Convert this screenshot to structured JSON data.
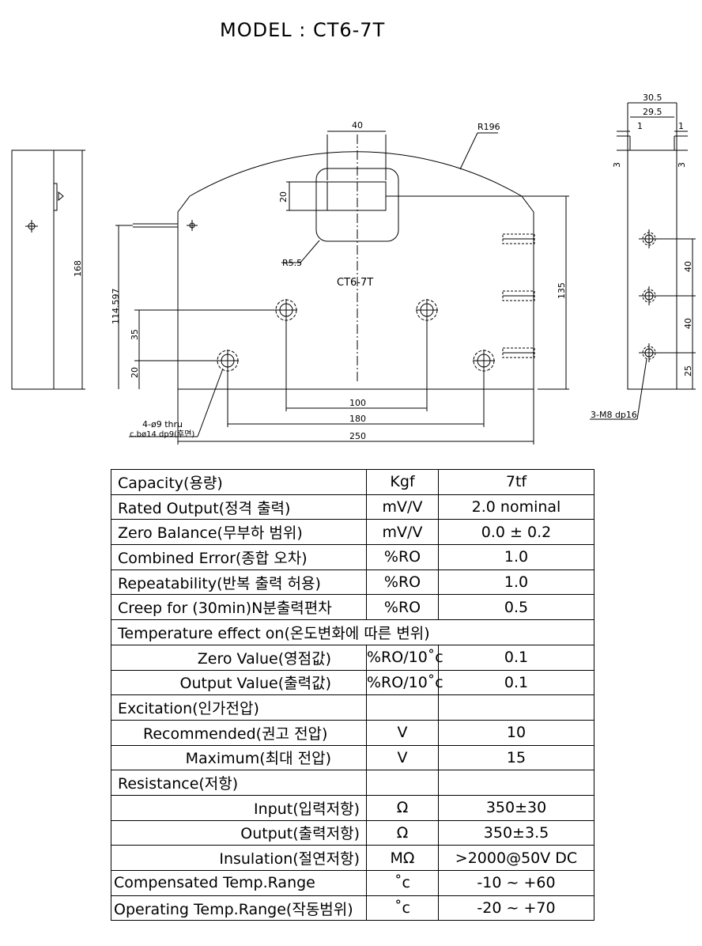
{
  "title": "MODEL : CT6-7T",
  "drawing": {
    "part_label": "CT6-7T",
    "dims": {
      "top_width": "40",
      "radius_large": "R196",
      "slot_height": "20",
      "radius_small": "R5.5",
      "height_135": "135",
      "height_168": "168",
      "height_114": "114.597",
      "dim_35": "35",
      "dim_20": "20",
      "dim_100": "100",
      "dim_180": "180",
      "dim_250": "250",
      "side_30_5": "30.5",
      "side_29_5": "29.5",
      "side_1a": "1",
      "side_1b": "1",
      "side_3a": "3",
      "side_3b": "3",
      "side_40a": "40",
      "side_40b": "40",
      "side_25": "25"
    },
    "notes": {
      "holes_line1": "4-ø9 thru",
      "holes_line2": "c.bø14 dp9(후면)",
      "threads": "3-M8 dp16"
    }
  },
  "spec_table": {
    "rows": [
      {
        "item": "Capacity(용량)",
        "unit": "Kgf",
        "value": "7tf",
        "align": "left"
      },
      {
        "item": "Rated Output(정격 출력)",
        "unit": "mV/V",
        "value": "2.0 nominal",
        "align": "left"
      },
      {
        "item": "Zero Balance(무부하 범위)",
        "unit": "mV/V",
        "value": "0.0 ± 0.2",
        "align": "left"
      },
      {
        "item": "Combined Error(종합 오차)",
        "unit": "%RO",
        "value": "1.0",
        "align": "left"
      },
      {
        "item": "Repeatability(반복 출력 허용)",
        "unit": "%RO",
        "value": "1.0",
        "align": "left"
      },
      {
        "item": "Creep for (30min)N분출력편차",
        "unit": "%RO",
        "value": "0.5",
        "align": "left"
      },
      {
        "item": "Temperature effect on(온도변화에 따른 변위)",
        "unit": "",
        "value": "",
        "align": "span"
      },
      {
        "item": "Zero Value(영점값)",
        "unit": "%RO/10˚c",
        "value": "0.1",
        "align": "right-mid"
      },
      {
        "item": "Output Value(출력값)",
        "unit": "%RO/10˚c",
        "value": "0.1",
        "align": "right-mid"
      },
      {
        "item": "Excitation(인가전압)",
        "unit": "",
        "value": "",
        "align": "left"
      },
      {
        "item": "Recommended(권고 전압)",
        "unit": "V",
        "value": "10",
        "align": "indent"
      },
      {
        "item": "Maximum(최대 전압)",
        "unit": "V",
        "value": "15",
        "align": "right-mid"
      },
      {
        "item": "Resistance(저항)",
        "unit": "",
        "value": "",
        "align": "left"
      },
      {
        "item": "Input(입력저항)",
        "unit": "Ω",
        "value": "350±30",
        "align": "right"
      },
      {
        "item": "Output(출력저항)",
        "unit": "Ω",
        "value": "350±3.5",
        "align": "right"
      },
      {
        "item": "Insulation(절연저항)",
        "unit": "MΩ",
        "value": ">2000@50V DC",
        "align": "right"
      },
      {
        "item": "Compensated Temp.Range",
        "unit": "˚c",
        "value": "-10 ~ +60",
        "align": "flush"
      },
      {
        "item": "Operating Temp.Range(작동범위)",
        "unit": "˚c",
        "value": "-20 ~ +70",
        "align": "flush"
      }
    ]
  }
}
